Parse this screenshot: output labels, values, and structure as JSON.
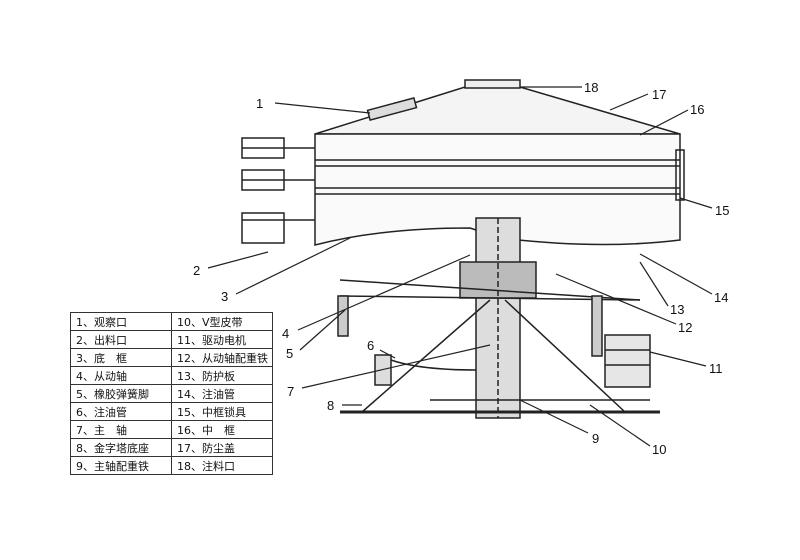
{
  "callouts": [
    "1",
    "2",
    "3",
    "4",
    "5",
    "6",
    "7",
    "8",
    "9",
    "10",
    "11",
    "12",
    "13",
    "14",
    "15",
    "16",
    "17",
    "18"
  ],
  "legend": {
    "rows": [
      [
        "1、观察口",
        "10、V型皮带"
      ],
      [
        "2、出料口",
        "11、驱动电机"
      ],
      [
        "3、底　框",
        "12、从动轴配重铁"
      ],
      [
        "4、从动轴",
        "13、防护板"
      ],
      [
        "5、橡胶弹簧脚",
        "14、注油管"
      ],
      [
        "6、注油管",
        "15、中框锁具"
      ],
      [
        "7、主　轴",
        "16、中　框"
      ],
      [
        "8、金字塔底座",
        "17、防尘盖"
      ],
      [
        "9、主轴配重铁",
        "18、注料口"
      ]
    ]
  }
}
